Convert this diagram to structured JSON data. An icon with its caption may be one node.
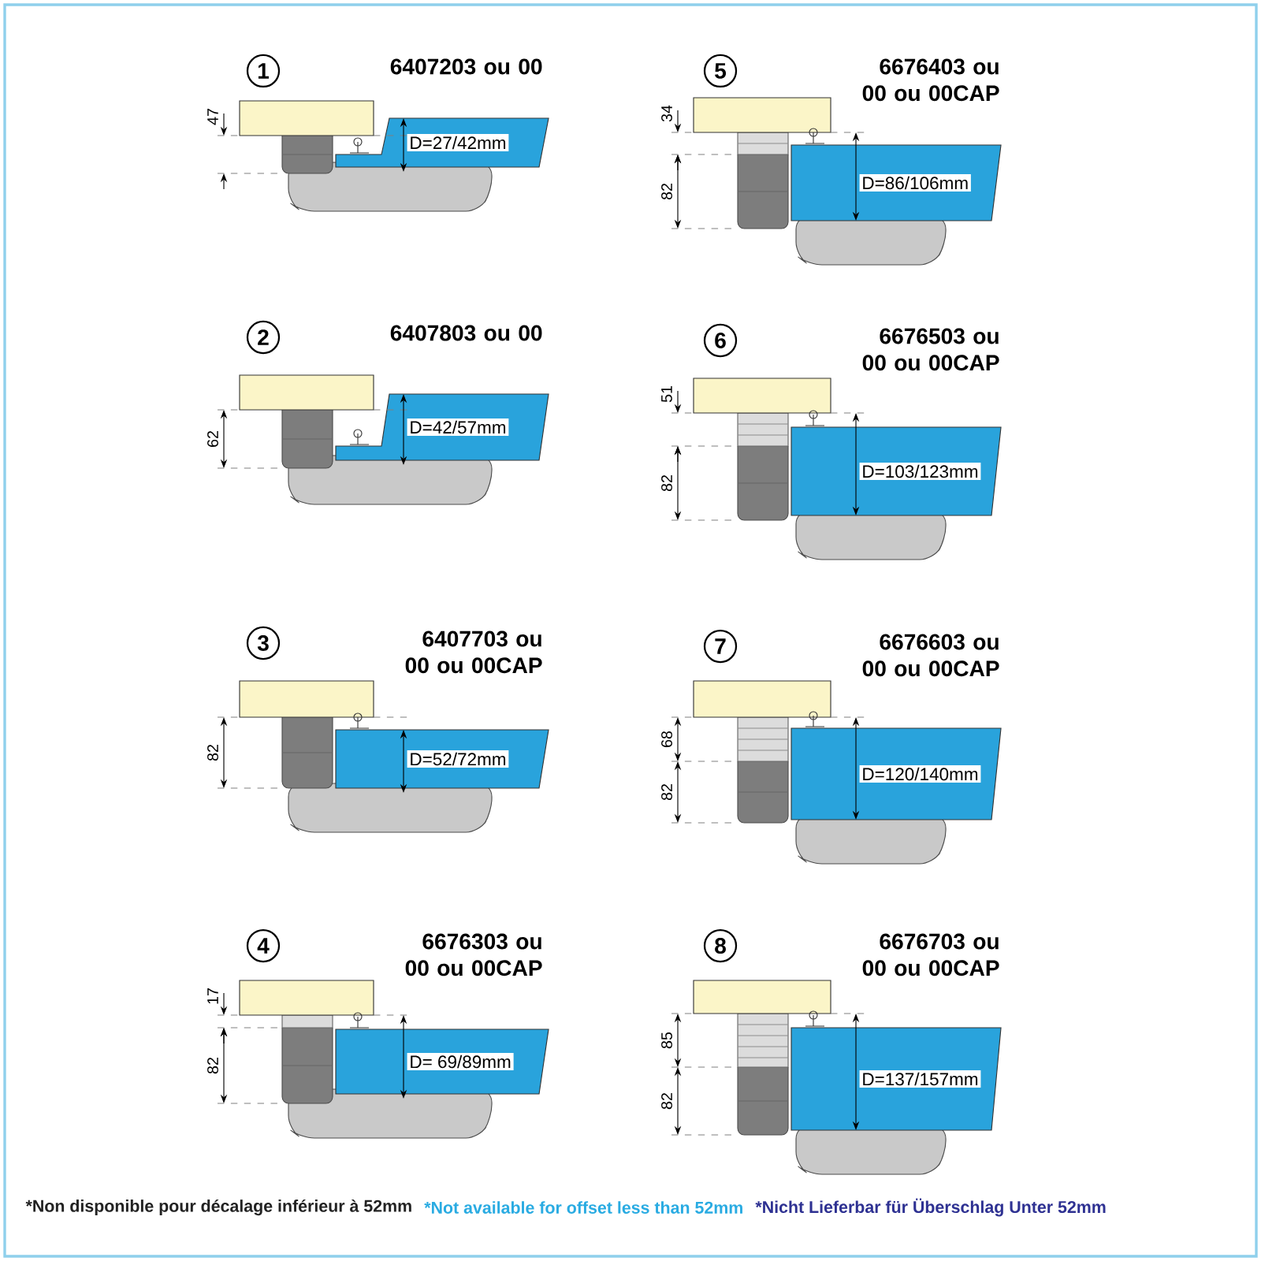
{
  "diagram": {
    "nodes": [
      {
        "text": [
          "1"
        ]
      },
      {
        "text": [
          "5"
        ]
      },
      {
        "text": [
          "2"
        ]
      },
      {
        "text": [
          "6"
        ]
      },
      {
        "text": [
          "3"
        ]
      },
      {
        "text": [
          "7"
        ]
      },
      {
        "text": [
          "4"
        ]
      },
      {
        "text": [
          "8"
        ]
      }
    ],
    "labels": [
      "6407203 ou 00",
      "47",
      "D=27/42mm",
      "6676403 ou 00 ou 00CAP",
      "34",
      "82",
      "D=86/106mm",
      "6407803 ou 00",
      "62",
      "D=42/57mm",
      "6676503 ou 00 ou 00CAP",
      "51",
      "82",
      "D=103/123mm",
      "6407703 ou 00 ou 00CAP",
      "82",
      "D=52/72mm",
      "6676603 ou 00 ou 00CAP",
      "68",
      "82",
      "D=120/140mm",
      "6676303 ou 00 ou 00CAP",
      "17",
      "82",
      "D= 69/89mm",
      "6676703 ou 00 ou 00CAP",
      "85",
      "82",
      "D=137/157mm",
      "*Non disponible pour décalage inférieur à 52mm",
      "*Not available for offset less than 52mm",
      "*Nicht Lieferbar für Überschlag Unter 52mm"
    ]
  }
}
